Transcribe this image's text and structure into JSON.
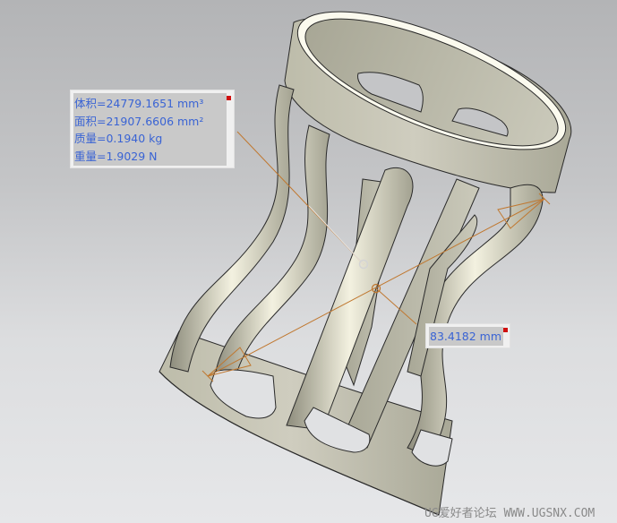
{
  "viewport": {
    "background_top": "#b3b4b6",
    "background_bottom": "#e6e7e9",
    "part_color": "#c8c7b8",
    "measure_line_color": "#c07830"
  },
  "mass_properties": {
    "volume": "体积=24779.1651 mm³",
    "area": "面积=21907.6606 mm²",
    "mass": "质量=0.1940 kg",
    "weight": "重量=1.9029 N",
    "close_icon": "close-icon"
  },
  "distance_measure": {
    "value": "83.4182 mm",
    "close_icon": "close-icon"
  },
  "watermark": "UG爱好者论坛 WWW.UGSNX.COM"
}
